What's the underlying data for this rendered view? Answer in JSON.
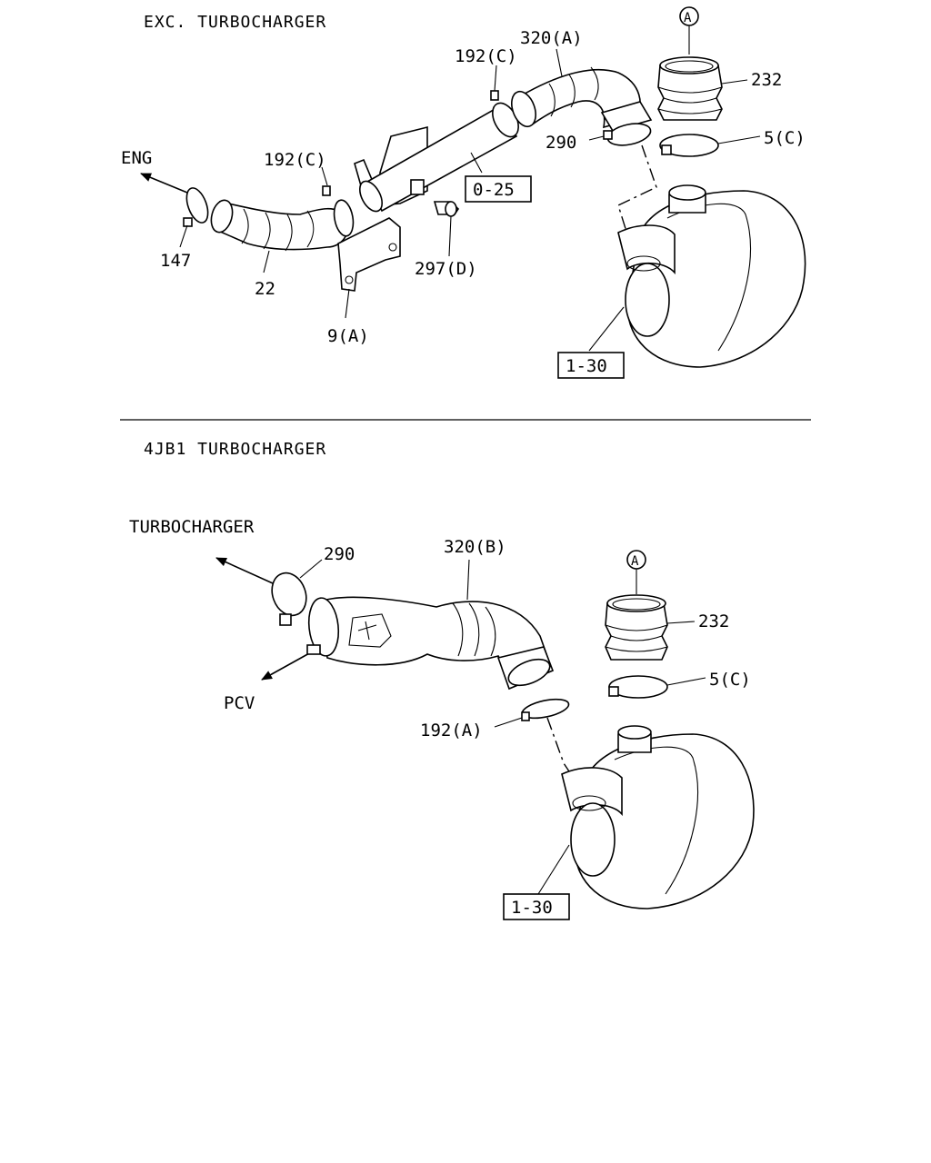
{
  "sections": {
    "top": {
      "title": "EXC. TURBOCHARGER"
    },
    "bottom": {
      "title": "4JB1  TURBOCHARGER"
    }
  },
  "top_labels": {
    "eng": "ENG",
    "p147": "147",
    "p22": "22",
    "p192c_left": "192(C)",
    "p9a": "9(A)",
    "p297d": "297(D)",
    "p025": "0-25",
    "p192c_top": "192(C)",
    "p320a": "320(A)",
    "p290": "290",
    "circle_a": "A",
    "p232": "232",
    "p5c": "5(C)",
    "p130": "1-30"
  },
  "bottom_labels": {
    "turbo": "TURBOCHARGER",
    "p290": "290",
    "p320b": "320(B)",
    "pcv": "PCV",
    "p192a": "192(A)",
    "circle_a": "A",
    "p232": "232",
    "p5c": "5(C)",
    "p130": "1-30"
  },
  "colors": {
    "ink": "#000000",
    "paper": "#ffffff"
  }
}
